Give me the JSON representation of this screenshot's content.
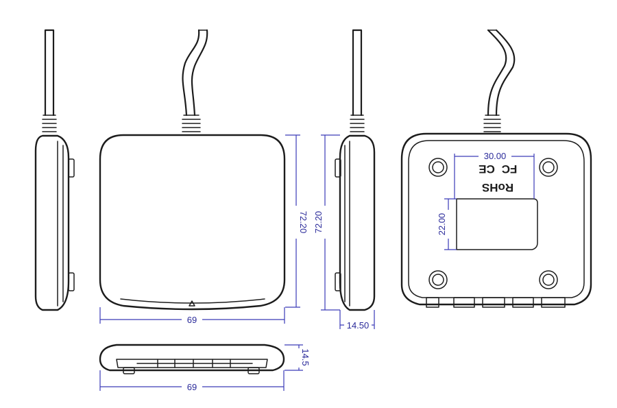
{
  "dimensions": {
    "front_width": "69",
    "front_height": "72.20",
    "side_height": "72.20",
    "side_depth": "14.50",
    "back_window_width": "30.00",
    "back_window_height": "22.00",
    "bottom_thickness": "14.5",
    "bottom_width": "69"
  },
  "markings": {
    "rohs": "RoHS",
    "fcc": "FC",
    "ce": "CE"
  },
  "colors": {
    "outline": "#1c1c1c",
    "dimension": "#3a3ab8"
  }
}
